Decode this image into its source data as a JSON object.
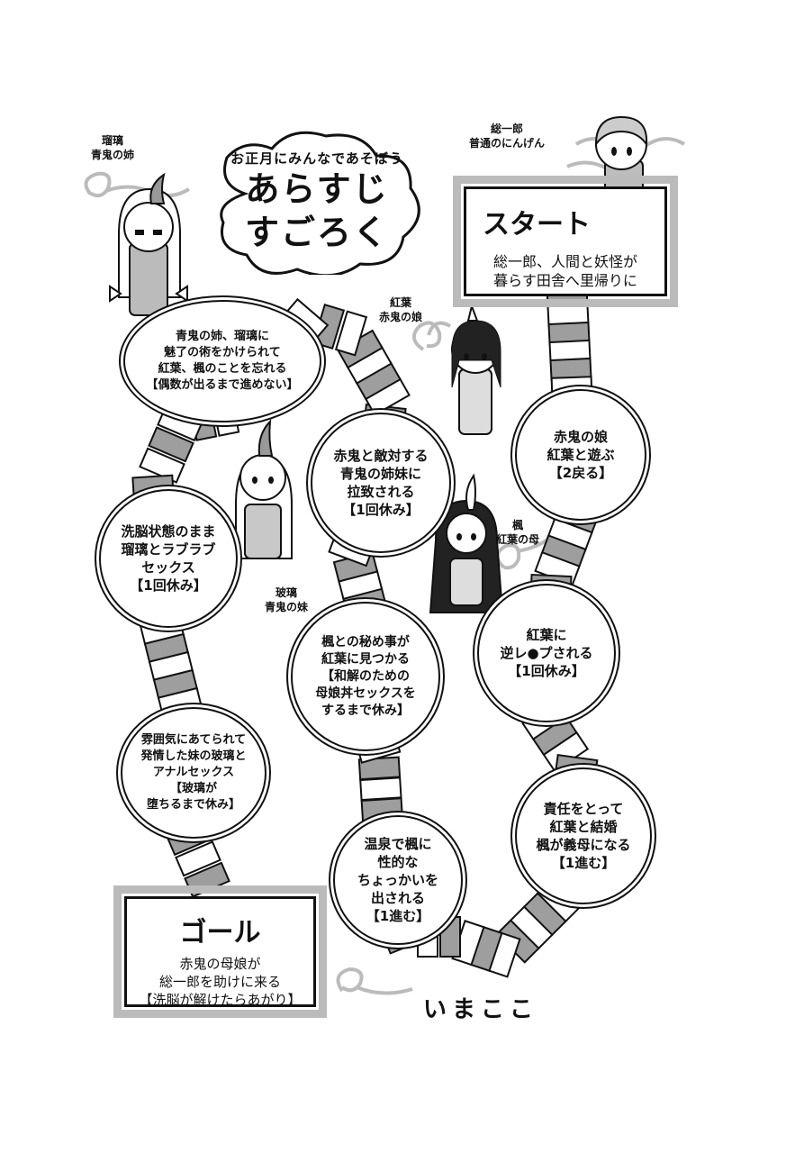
{
  "title": {
    "small": "お正月にみんなであそぼう",
    "line1": "あらすじ",
    "line2": "すごろく"
  },
  "start": {
    "heading": "スタート",
    "text": "総一郎、人間と妖怪が\n暮らす田舎へ里帰りに"
  },
  "goal": {
    "heading": "ゴール",
    "text": "赤鬼の母娘が\n総一郎を助けに来る\n【洗脳が解けたらあがり】"
  },
  "spaces": [
    {
      "id": "space-1",
      "text": "赤鬼の娘\n紅葉と遊ぶ\n【2戻る】"
    },
    {
      "id": "space-2",
      "text": "赤鬼と敵対する\n青鬼の姉妹に\n拉致される\n【1回休み】"
    },
    {
      "id": "space-3",
      "text": "青鬼の姉、瑠璃に\n魅了の術をかけられて\n紅葉、楓のことを忘れる\n【偶数が出るまで進めない】"
    },
    {
      "id": "space-4",
      "text": "洗脳状態のまま\n瑠璃とラブラブ\nセックス\n【1回休み】"
    },
    {
      "id": "space-5",
      "text": "紅葉に\n逆レ●プされる\n【1回休み】"
    },
    {
      "id": "space-6",
      "text": "楓との秘め事が\n紅葉に見つかる\n【和解のための\n母娘丼セックスを\nするまで休み】"
    },
    {
      "id": "space-7",
      "text": "雰囲気にあてられて\n発情した妹の玻璃と\nアナルセックス\n【玻璃が\n堕ちるまで休み】"
    },
    {
      "id": "space-8",
      "text": "責任をとって\n紅葉と結婚\n楓が義母になる\n【1進む】"
    },
    {
      "id": "space-9",
      "text": "温泉で楓に\n性的な\nちょっかいを\n出される\n【1進む】"
    }
  ],
  "characters": [
    {
      "id": "souichirou",
      "label": "総一郎\n普通のにんげん"
    },
    {
      "id": "ruri",
      "label": "瑠璃\n青鬼の姉"
    },
    {
      "id": "momiji",
      "label": "紅葉\n赤鬼の娘"
    },
    {
      "id": "kaede",
      "label": "楓\n紅葉の母"
    },
    {
      "id": "hari",
      "label": "玻璃\n青鬼の妹"
    }
  ],
  "here_label": "いまここ"
}
